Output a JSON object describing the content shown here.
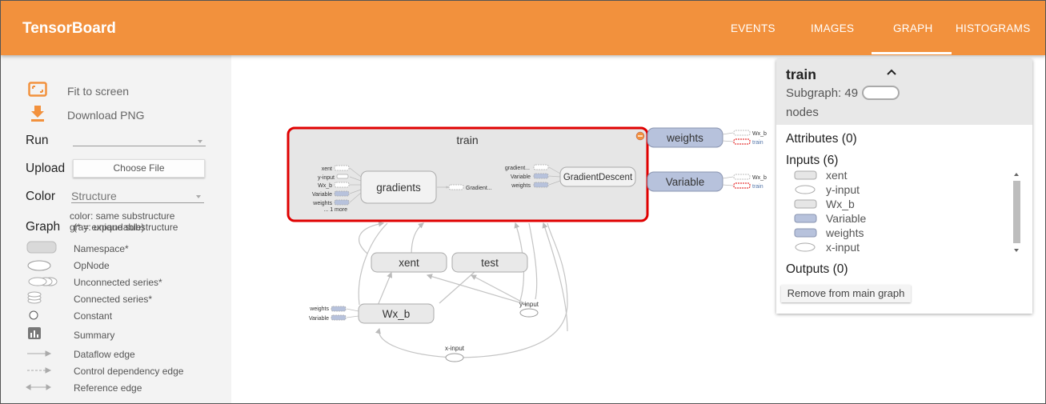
{
  "app": {
    "title": "TensorBoard"
  },
  "tabs": [
    {
      "label": "EVENTS",
      "active": false
    },
    {
      "label": "IMAGES",
      "active": false
    },
    {
      "label": "GRAPH",
      "active": true
    },
    {
      "label": "HISTOGRAMS",
      "active": false
    }
  ],
  "sidebar": {
    "fit_label": "Fit to screen",
    "download_label": "Download PNG",
    "run_label": "Run",
    "run_value": "",
    "upload_label": "Upload",
    "choose_file_label": "Choose File",
    "color_label": "Color",
    "color_value": "Structure",
    "color_note_1": "color: same substructure",
    "color_note_2": "gray: unique substructure",
    "color_note_overlay": "(* = expandable)",
    "graph_label": "Graph",
    "legend": [
      {
        "icon": "namespace-icon",
        "label": "Namespace*"
      },
      {
        "icon": "opnode-icon",
        "label": "OpNode"
      },
      {
        "icon": "unconnected-series-icon",
        "label": "Unconnected series*"
      },
      {
        "icon": "connected-series-icon",
        "label": "Connected series*"
      },
      {
        "icon": "constant-icon",
        "label": "Constant"
      },
      {
        "icon": "summary-icon",
        "label": "Summary"
      },
      {
        "icon": "dataflow-edge-icon",
        "label": "Dataflow edge"
      },
      {
        "icon": "control-dependency-edge-icon",
        "label": "Control dependency edge"
      },
      {
        "icon": "reference-edge-icon",
        "label": "Reference edge"
      }
    ]
  },
  "graph": {
    "train_box": {
      "title": "train",
      "gradients_label": "gradients",
      "gradients_inputs": [
        "xent",
        "y-input",
        "Wx_b",
        "Variable",
        "weights",
        "... 1 more"
      ],
      "gradients_output": "Gradient...",
      "gd_label": "GradientDescent",
      "gd_inputs": [
        "gradient...",
        "Variable",
        "weights"
      ]
    },
    "weights_node": {
      "label": "weights",
      "outputs": [
        "Wx_b",
        "train"
      ]
    },
    "variable_node": {
      "label": "Variable",
      "outputs": [
        "Wx_b",
        "train"
      ]
    },
    "xent_label": "xent",
    "test_label": "test",
    "wxb_label": "Wx_b",
    "wxb_inputs": [
      "weights",
      "Variable"
    ],
    "y_input_label": "y-input",
    "x_input_label": "x-input",
    "colors": {
      "selected_border": "#e00000",
      "variable_fill": "#b7c2dc",
      "namespace_fill": "#e9e9e9",
      "edge": "#bbbbbb"
    }
  },
  "info_card": {
    "title": "train",
    "subgraph_text": "Subgraph: 49",
    "nodes_text": "nodes",
    "attributes_heading": "Attributes (0)",
    "inputs_heading": "Inputs (6)",
    "inputs": [
      {
        "label": "xent",
        "shape": "rect-gray"
      },
      {
        "label": "y-input",
        "shape": "ellipse"
      },
      {
        "label": "Wx_b",
        "shape": "rect-gray"
      },
      {
        "label": "Variable",
        "shape": "rect-blue"
      },
      {
        "label": "weights",
        "shape": "rect-blue"
      },
      {
        "label": "x-input",
        "shape": "ellipse"
      }
    ],
    "outputs_heading": "Outputs (0)",
    "remove_button_label": "Remove from main graph"
  }
}
